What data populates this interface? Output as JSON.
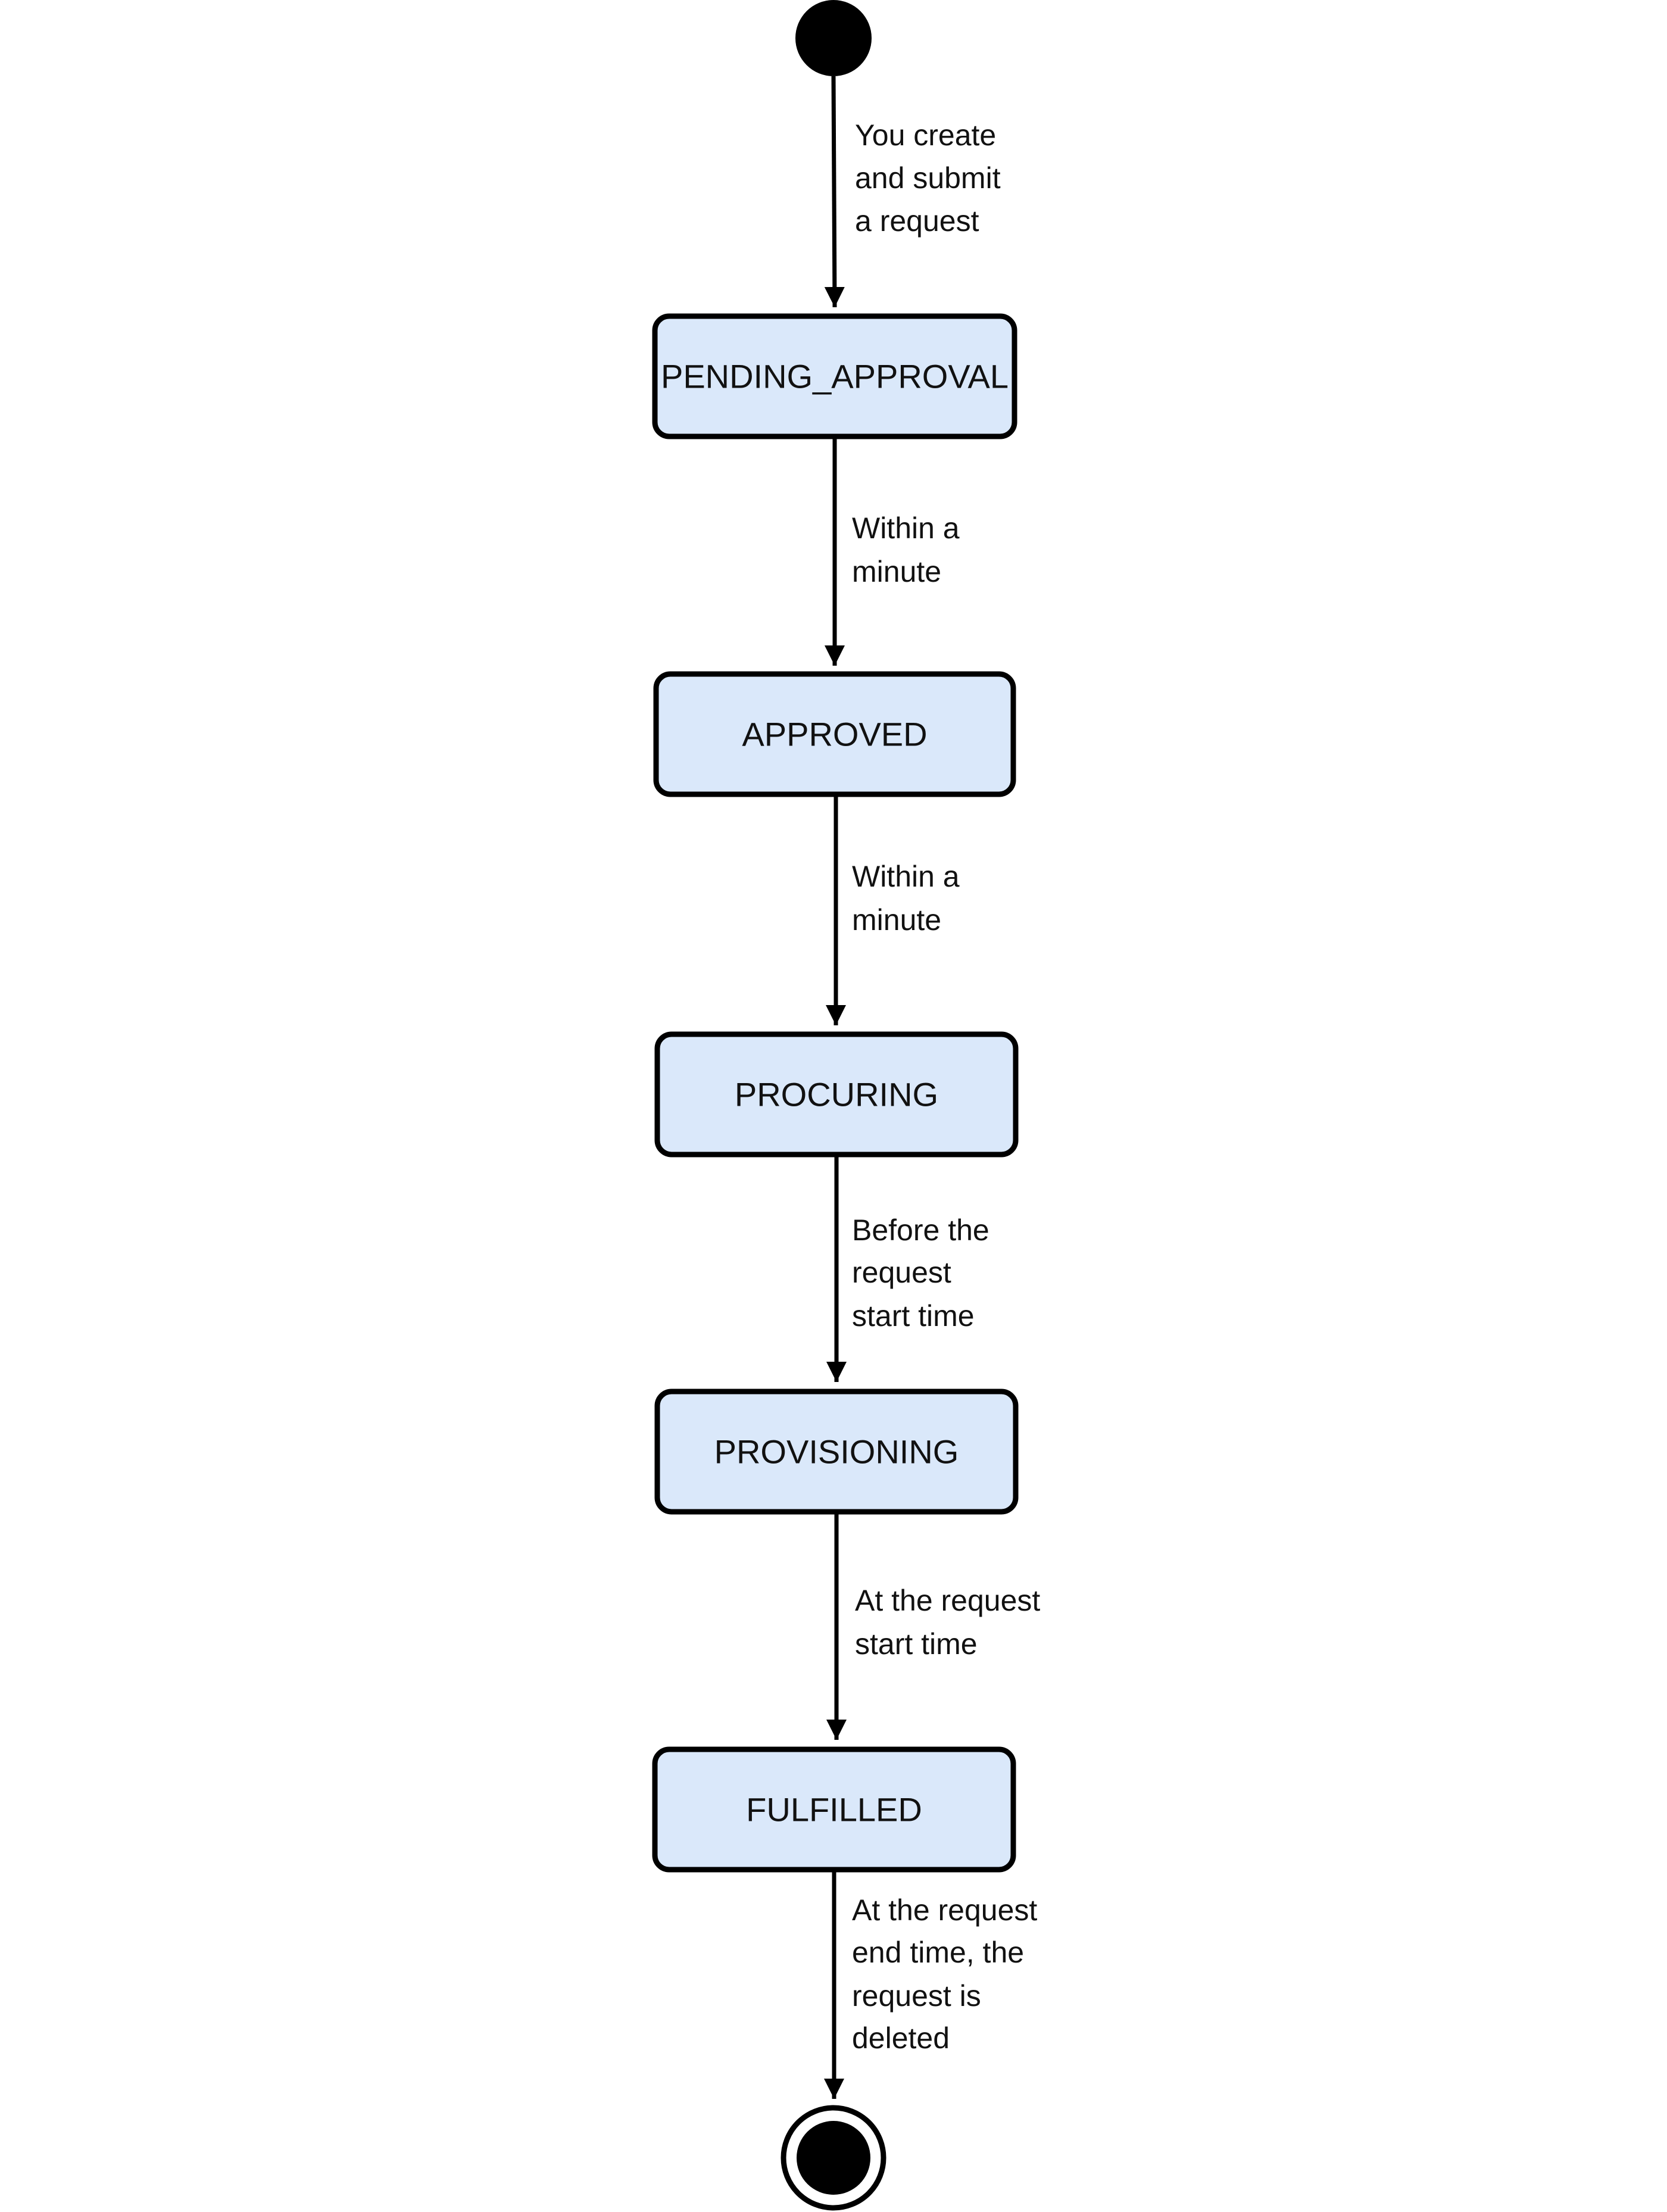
{
  "colors": {
    "state_fill": "#dae8fa",
    "stroke": "#000000",
    "background": "#ffffff"
  },
  "states": [
    {
      "id": "pending",
      "label": "PENDING_APPROVAL"
    },
    {
      "id": "approved",
      "label": "APPROVED"
    },
    {
      "id": "procuring",
      "label": "PROCURING"
    },
    {
      "id": "provisioning",
      "label": "PROVISIONING"
    },
    {
      "id": "fulfilled",
      "label": "FULFILLED"
    }
  ],
  "transitions": [
    {
      "from": "start",
      "to": "pending",
      "lines": [
        "You create",
        "and submit",
        "a request"
      ]
    },
    {
      "from": "pending",
      "to": "approved",
      "lines": [
        "Within a",
        "minute"
      ]
    },
    {
      "from": "approved",
      "to": "procuring",
      "lines": [
        "Within a",
        "minute"
      ]
    },
    {
      "from": "procuring",
      "to": "provisioning",
      "lines": [
        "Before the",
        "request",
        "start time"
      ]
    },
    {
      "from": "provisioning",
      "to": "fulfilled",
      "lines": [
        "At the request",
        "start time"
      ]
    },
    {
      "from": "fulfilled",
      "to": "end",
      "lines": [
        "At the request",
        "end time, the",
        "request is",
        "deleted"
      ]
    }
  ]
}
